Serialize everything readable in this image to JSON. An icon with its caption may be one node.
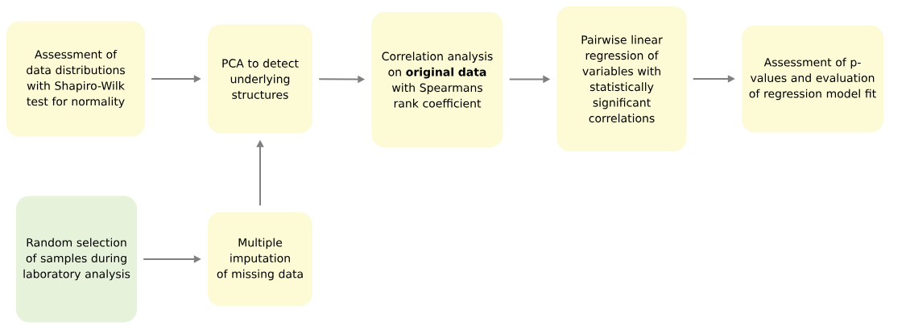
{
  "diagram": {
    "nodes": [
      {
        "text": [
          "Assessment of data distributions with Shapiro-Wilk test for normality"
        ]
      },
      {
        "text": [
          "PCA to detect underlying structures"
        ]
      },
      {
        "text": [
          "Correlation analysis on **original data** with Spearmans rank coefficient"
        ]
      },
      {
        "text": [
          "Pairwise linear regression of variables with statistically significant correlations"
        ]
      },
      {
        "text": [
          "Assessment of p-values and evaluation of regression model fit"
        ]
      },
      {
        "text": [
          "Random selection of samples during laboratory analysis"
        ]
      },
      {
        "text": [
          "Multiple imputation of missing data"
        ]
      }
    ],
    "edges": [
      {
        "from": 0,
        "to": 1,
        "arrow": "to"
      },
      {
        "from": 1,
        "to": 2,
        "arrow": "to"
      },
      {
        "from": 2,
        "to": 3,
        "arrow": "to"
      },
      {
        "from": 3,
        "to": 4,
        "arrow": "to"
      },
      {
        "from": 5,
        "to": 6,
        "arrow": "to"
      },
      {
        "from": 6,
        "to": 1,
        "arrow": "to"
      }
    ]
  }
}
